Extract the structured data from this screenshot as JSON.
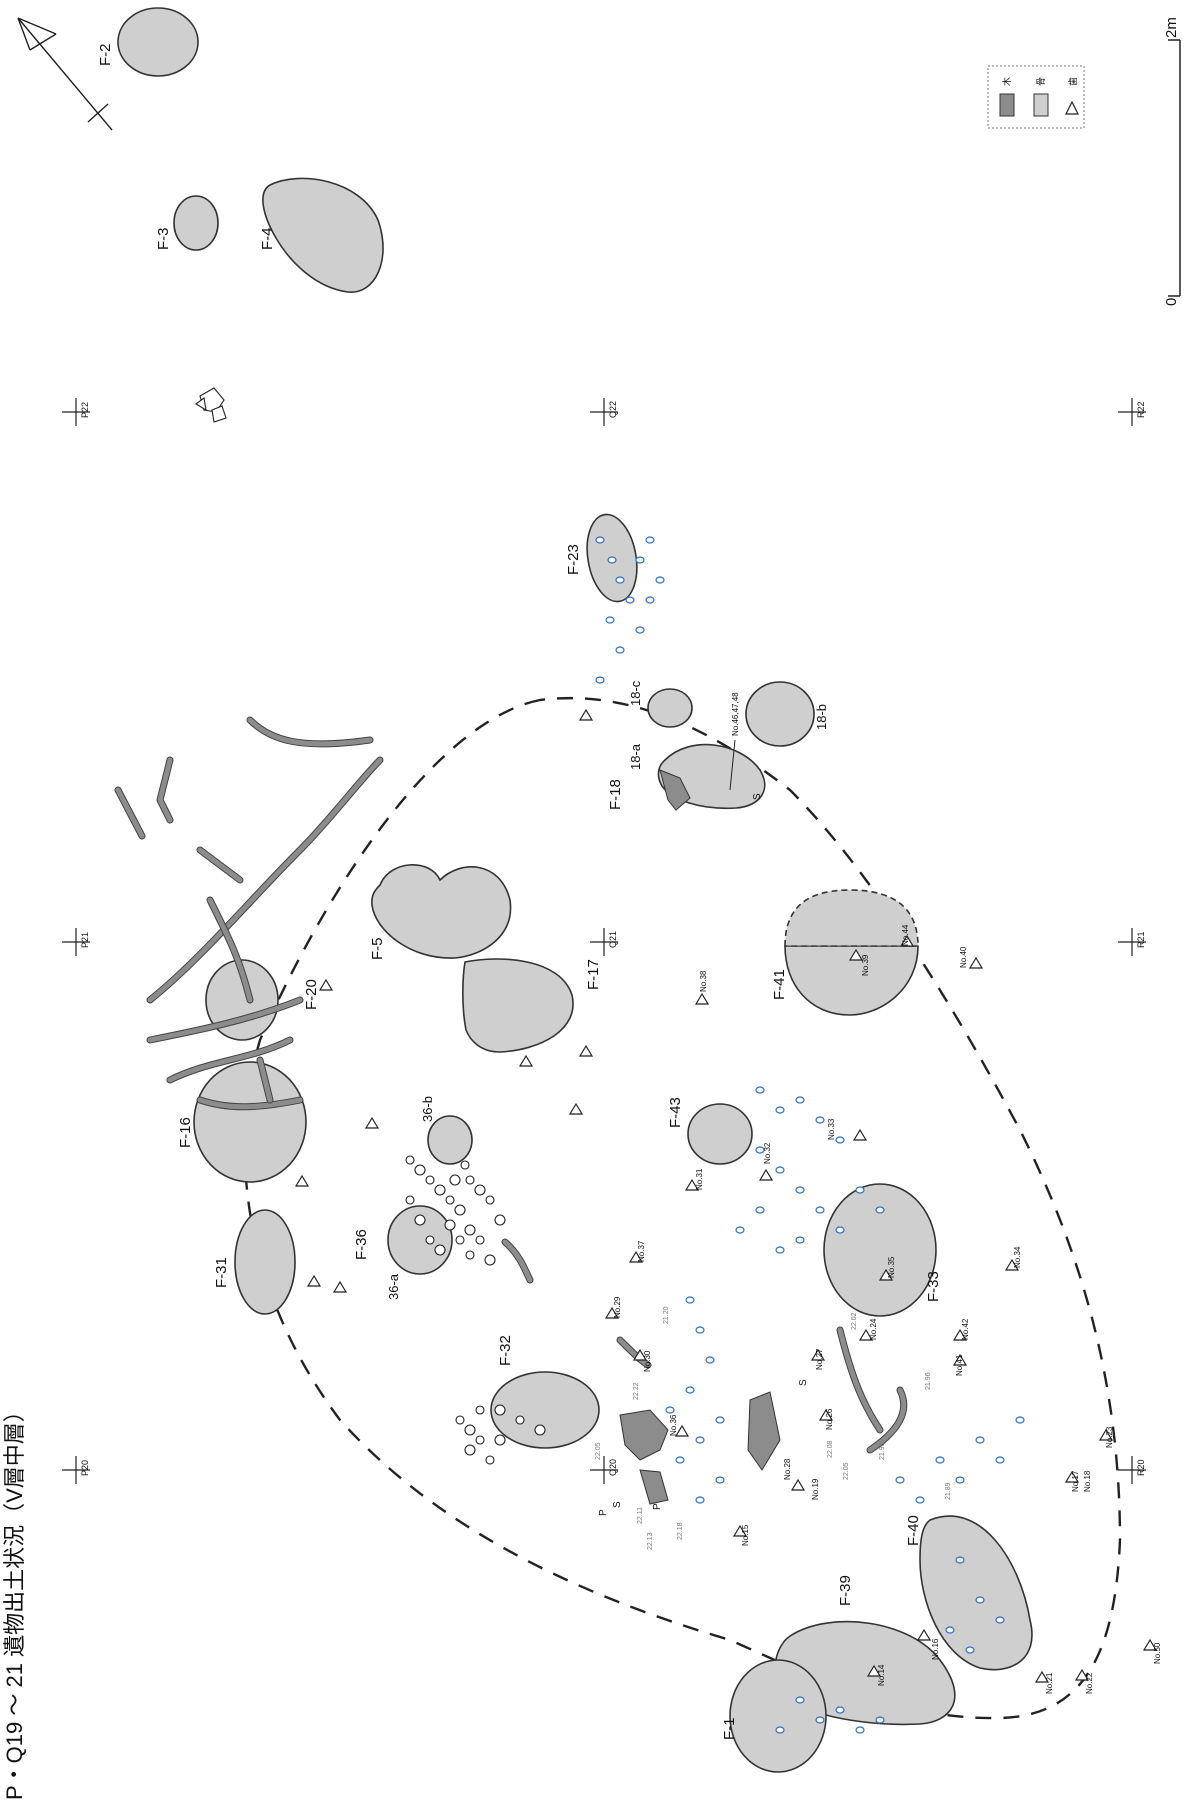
{
  "title": "P・Q19 ～ 21 遺物出土状況（V層中層）",
  "legend": {
    "items": [
      {
        "label": "木",
        "color": "#8c8c8c",
        "icon": "wood-swatch"
      },
      {
        "label": "骨",
        "color": "#cfcfcf",
        "icon": "bone-swatch"
      },
      {
        "label": "歯",
        "icon": "triangle"
      }
    ]
  },
  "scale": {
    "zero": "0",
    "max": "2m"
  },
  "grid_labels": [
    "P22",
    "Q22",
    "R22",
    "P21",
    "Q21",
    "R21",
    "P20",
    "Q20",
    "R20"
  ],
  "features": [
    "F-2",
    "F-3",
    "F-4",
    "F-23",
    "18-c",
    "18-b",
    "18-a",
    "F-18",
    "F-5",
    "F-17",
    "F-41",
    "F-20",
    "F-16",
    "36-b",
    "F-36",
    "36-a",
    "F-31",
    "F-43",
    "F-33",
    "F-32",
    "F-39",
    "F-1",
    "F-40"
  ],
  "finds": [
    "No.46,47,48",
    "No.44",
    "No.39",
    "No.40",
    "No.38",
    "No.33",
    "No.32",
    "No.31",
    "No.35",
    "No.37",
    "No.34",
    "No.29",
    "No.30",
    "No.42",
    "No.24",
    "No.41",
    "No.27",
    "No.26",
    "No.36",
    "No.28",
    "No.19",
    "No.15",
    "No.23",
    "No.17",
    "No.18",
    "No.14",
    "No.16",
    "No.21",
    "No.22",
    "No.50"
  ],
  "letters": [
    "S",
    "P"
  ],
  "elevations": [
    "22.02",
    "21.96",
    "22.05",
    "22.08",
    "22.22",
    "22.11",
    "22.13",
    "22.18",
    "21.90",
    "21.89",
    "21.20",
    "22.05"
  ]
}
